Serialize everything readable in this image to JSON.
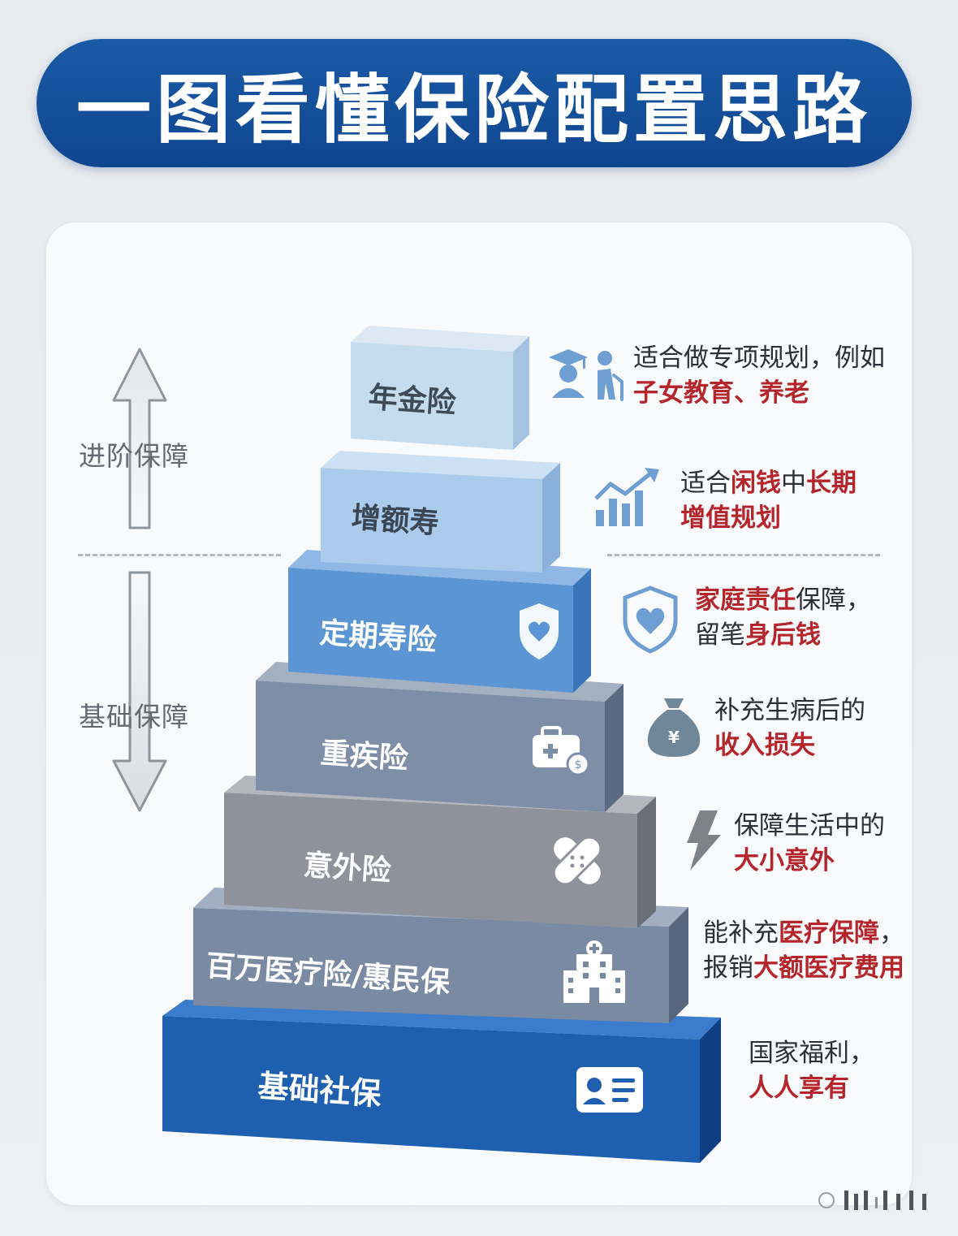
{
  "title": "一图看懂保险配置思路",
  "side_labels": {
    "advanced": "进阶保障",
    "basic": "基础保障"
  },
  "tiers": [
    {
      "name": "年金险",
      "icon": "graduate-elder-icon",
      "desc_lines": [
        [
          {
            "t": "适合做专项规划，例如",
            "h": false
          }
        ],
        [
          {
            "t": "子女教育、养老",
            "h": true
          }
        ]
      ]
    },
    {
      "name": "增额寿",
      "icon": "growth-chart-icon",
      "desc_lines": [
        [
          {
            "t": "适合",
            "h": false
          },
          {
            "t": "闲钱",
            "h": true
          },
          {
            "t": "中",
            "h": false
          },
          {
            "t": "长期",
            "h": true
          }
        ],
        [
          {
            "t": "增值规划",
            "h": true
          }
        ]
      ]
    },
    {
      "name": "定期寿险",
      "icon": "shield-heart-icon",
      "desc_lines": [
        [
          {
            "t": "家庭责任",
            "h": true
          },
          {
            "t": "保障，",
            "h": false
          }
        ],
        [
          {
            "t": "留笔",
            "h": false
          },
          {
            "t": "身后钱",
            "h": true
          }
        ]
      ]
    },
    {
      "name": "重疾险",
      "icon": "medical-kit-icon",
      "desc_lines": [
        [
          {
            "t": "补充生病后的",
            "h": false
          }
        ],
        [
          {
            "t": "收入损失",
            "h": true
          }
        ]
      ]
    },
    {
      "name": "意外险",
      "icon": "bandage-icon",
      "desc_lines": [
        [
          {
            "t": "保障生活中的",
            "h": false
          }
        ],
        [
          {
            "t": "大小意外",
            "h": true
          }
        ]
      ]
    },
    {
      "name": "百万医疗险/惠民保",
      "icon": "hospital-icon",
      "desc_lines": [
        [
          {
            "t": "能补充",
            "h": false
          },
          {
            "t": "医疗保障",
            "h": true
          },
          {
            "t": "，",
            "h": false
          }
        ],
        [
          {
            "t": "报销",
            "h": false
          },
          {
            "t": "大额医疗费用",
            "h": true
          }
        ]
      ]
    },
    {
      "name": "基础社保",
      "icon": "id-card-icon",
      "desc_lines": [
        [
          {
            "t": "国家福利，",
            "h": false
          }
        ],
        [
          {
            "t": "人人享有",
            "h": true
          }
        ]
      ]
    }
  ],
  "colors": {
    "title_banner": "#1557a0",
    "highlight_text": "#b5262c",
    "tier_nianjin": "#c5dcef",
    "tier_zenge": "#aacbeb",
    "tier_dingqi": "#5b95d3",
    "tier_zhongji": "#7d8ea6",
    "tier_yiwai": "#8e929a",
    "tier_yiliao": "#7b8aa3",
    "tier_shebao": "#1e5fb0"
  }
}
